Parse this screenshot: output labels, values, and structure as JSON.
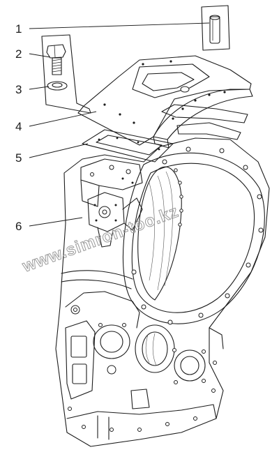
{
  "callouts": [
    "1",
    "2",
    "3",
    "4",
    "5",
    "6"
  ],
  "watermark": "www.simron-too.kz",
  "colors": {
    "ink": "#1c1c1c",
    "paper": "#ffffff",
    "watermark": "#9a9a9a"
  }
}
